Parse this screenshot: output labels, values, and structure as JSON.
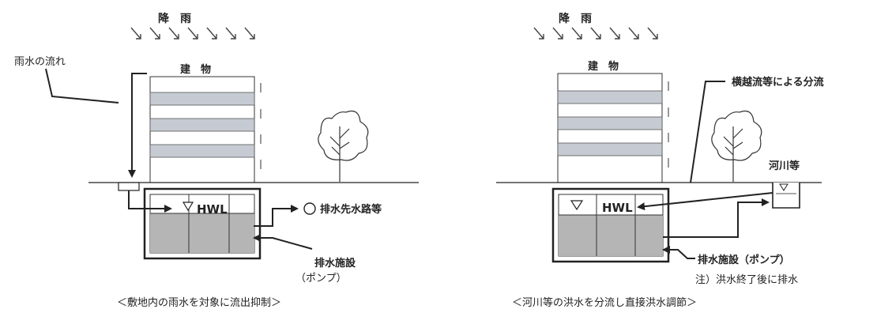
{
  "left": {
    "rain_label": "降　雨",
    "building_label": "建　物",
    "flow_label": "雨水の流れ",
    "hwl_label": "HWL",
    "outlet_label": "排水先水路等",
    "facility_label_1": "排水施設",
    "facility_label_2": "（ポンプ）",
    "caption": "＜敷地内の雨水を対象に流出抑制＞"
  },
  "right": {
    "rain_label": "降　雨",
    "building_label": "建　物",
    "overflow_label": "横越流等による分流",
    "river_label": "河川等",
    "hwl_label": "HWL",
    "facility_label": "排水施設（ポンプ）",
    "note_label": "注）洪水終了後に排水",
    "caption": "＜河川等の洪水を分流し直接洪水調節＞"
  },
  "colors": {
    "water": "#b5b5b5",
    "window": "#c6cbd3",
    "line": "#222222"
  }
}
